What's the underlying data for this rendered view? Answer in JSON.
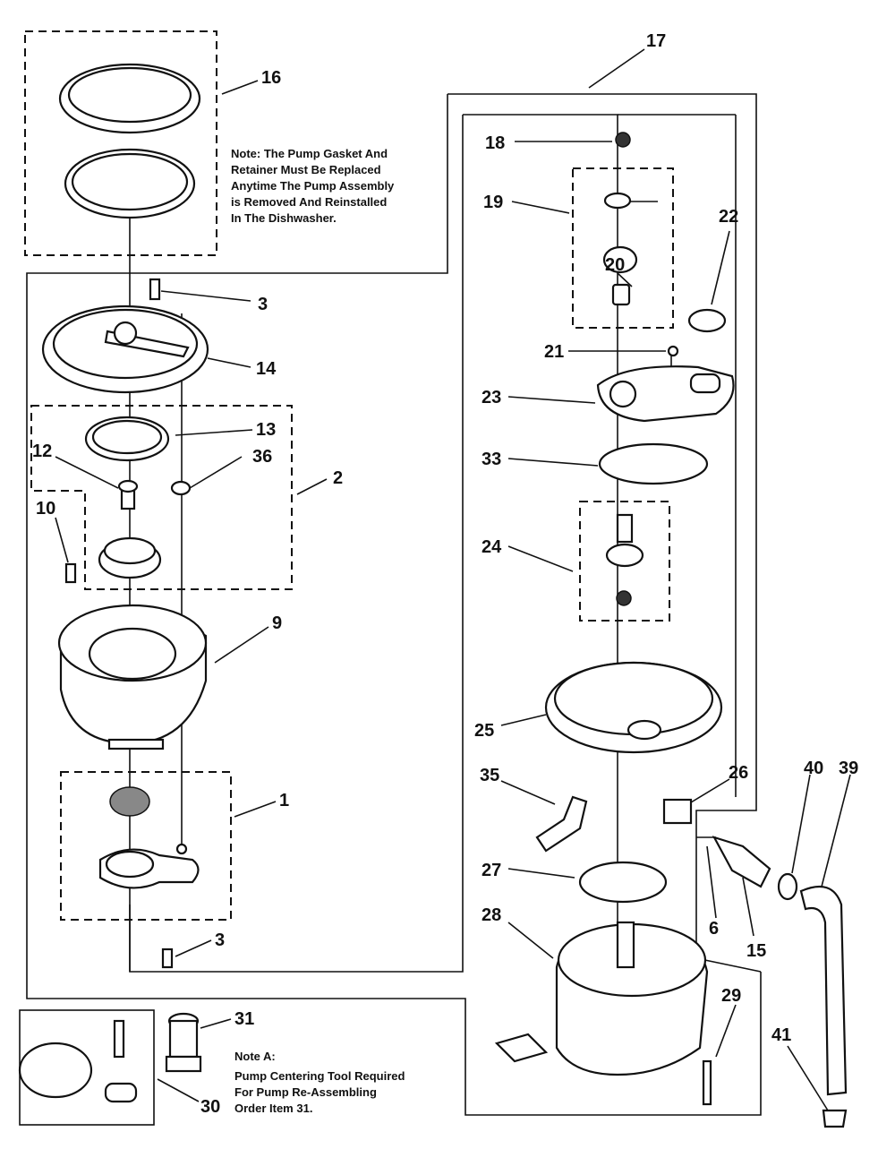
{
  "callouts": {
    "c1": "1",
    "c2": "2",
    "c3a": "3",
    "c3b": "3",
    "c6": "6",
    "c9": "9",
    "c10": "10",
    "c12": "12",
    "c13": "13",
    "c14": "14",
    "c15": "15",
    "c16": "16",
    "c17": "17",
    "c18": "18",
    "c19": "19",
    "c20": "20",
    "c21": "21",
    "c22": "22",
    "c23": "23",
    "c24": "24",
    "c25": "25",
    "c26": "26",
    "c27": "27",
    "c28": "28",
    "c29": "29",
    "c30": "30",
    "c31": "31",
    "c33": "33",
    "c35": "35",
    "c36": "36",
    "c39": "39",
    "c40": "40",
    "c41": "41"
  },
  "note_gasket": [
    "Note: The Pump Gasket   And",
    "Retainer Must Be Replaced",
    "Anytime The Pump Assembly",
    "is Removed And Reinstalled",
    "In The Dishwasher."
  ],
  "note_a": [
    "Note A:",
    "Pump Centering Tool Required",
    "For Pump Re-Assembling",
    "Order Item 31."
  ]
}
